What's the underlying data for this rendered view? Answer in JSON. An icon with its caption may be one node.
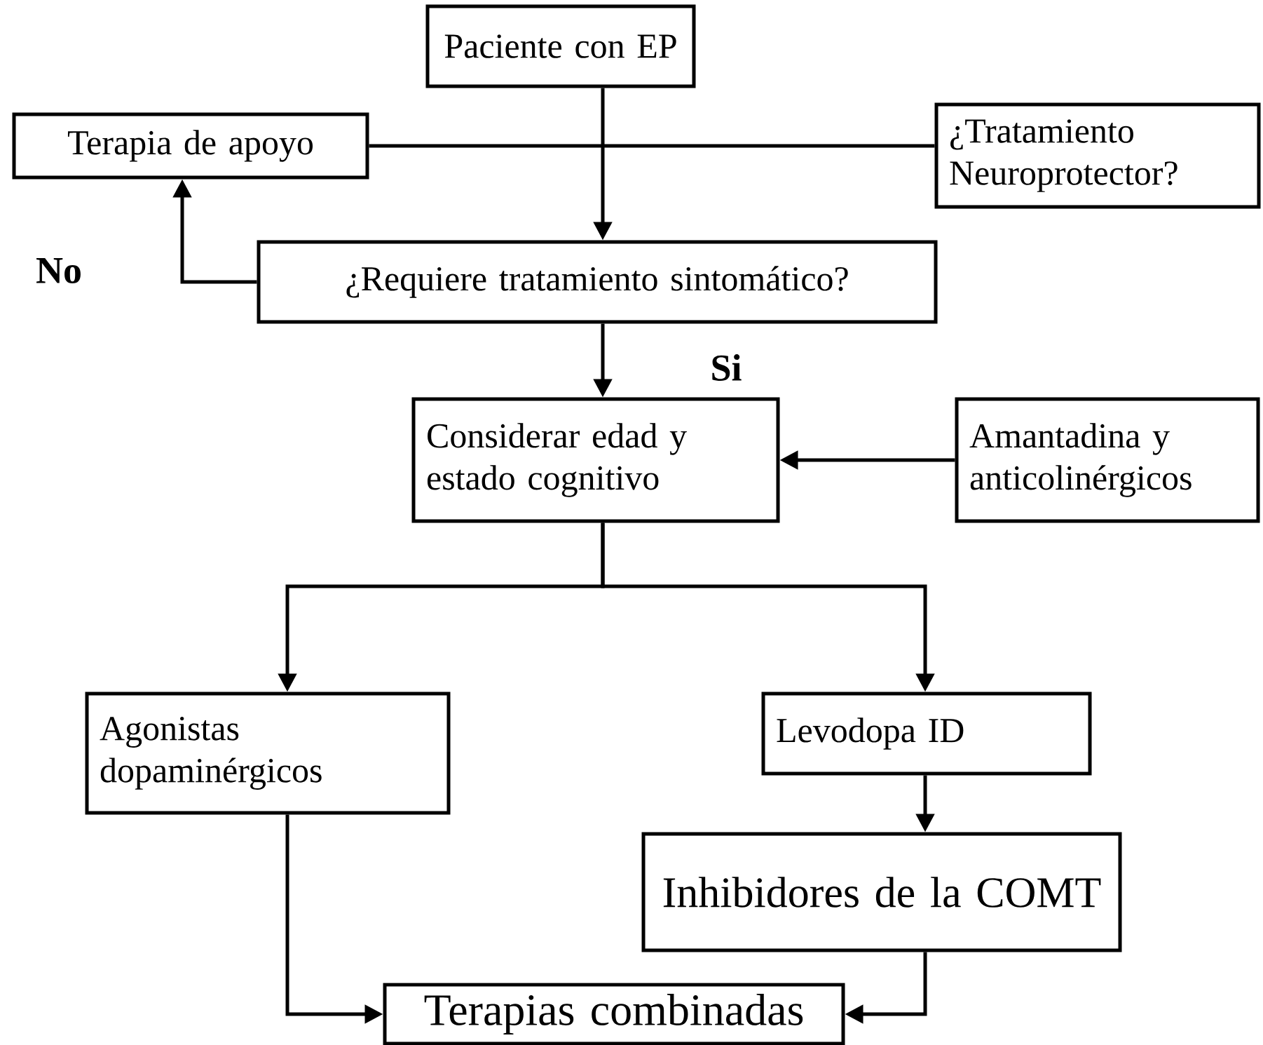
{
  "diagram": {
    "nodes": [
      {
        "text": [
          "Paciente  con EP"
        ]
      },
      {
        "text": [
          "Terapia de apoyo"
        ]
      },
      {
        "text": [
          "¿Tratamiento Neuroprotector?"
        ]
      },
      {
        "text": [
          "¿Requiere tratamiento sintomático?"
        ]
      },
      {
        "text": [
          "Considerar  edad y estado cognitivo"
        ]
      },
      {
        "text": [
          "Amantadina y anticolinérgicos"
        ]
      },
      {
        "text": [
          "Agonistas dopaminérgicos"
        ]
      },
      {
        "text": [
          "Levodopa ID"
        ]
      },
      {
        "text": [
          "Inhibidores de la COMT"
        ]
      },
      {
        "text": [
          "Terapias combinadas"
        ]
      }
    ],
    "edges": [
      {
        "from": 0,
        "to": 3,
        "arrow": "to"
      },
      {
        "from": 1,
        "to": 2,
        "arrow": "none"
      },
      {
        "from": 3,
        "to": 1,
        "arrow": "to",
        "label": "No"
      },
      {
        "from": 3,
        "to": 4,
        "arrow": "to",
        "label": "Si"
      },
      {
        "from": 5,
        "to": 4,
        "arrow": "to"
      },
      {
        "from": 4,
        "to": 6,
        "arrow": "to"
      },
      {
        "from": 4,
        "to": 7,
        "arrow": "to"
      },
      {
        "from": 7,
        "to": 8,
        "arrow": "to"
      },
      {
        "from": 6,
        "to": 9,
        "arrow": "to"
      },
      {
        "from": 8,
        "to": 9,
        "arrow": "to"
      }
    ]
  }
}
